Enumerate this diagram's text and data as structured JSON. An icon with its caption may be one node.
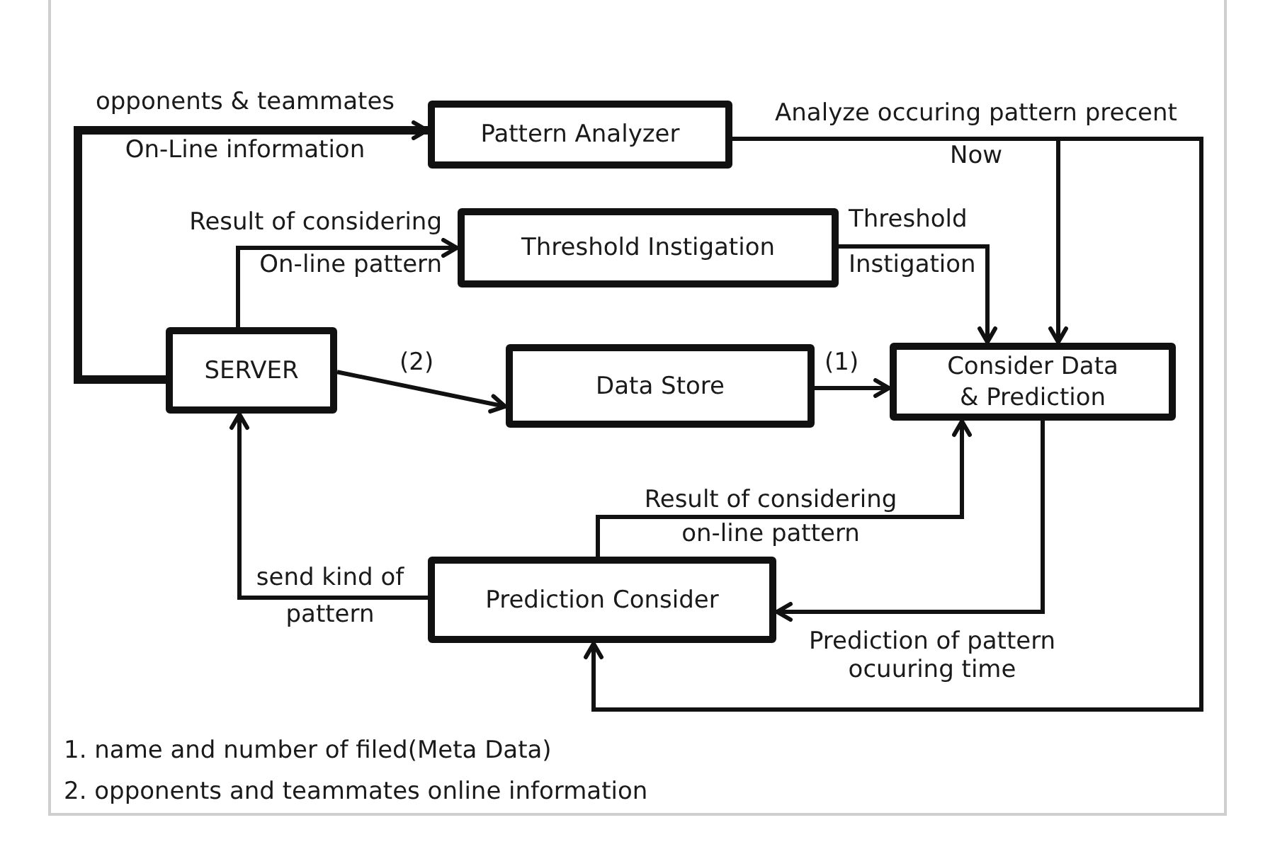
{
  "diagram": {
    "nodes": [
      {
        "text": [
          "Pattern Analyzer"
        ]
      },
      {
        "text": [
          "Threshold Instigation"
        ]
      },
      {
        "text": [
          "SERVER"
        ]
      },
      {
        "text": [
          "Data Store"
        ]
      },
      {
        "text": [
          "Consider Data & Prediction"
        ]
      },
      {
        "text": [
          "Prediction Consider"
        ]
      }
    ],
    "edges": [
      {
        "from": 2,
        "to": 0,
        "arrow": "to",
        "label": "opponents & teammates On-Line information",
        "style": "thick"
      },
      {
        "from": 2,
        "to": 1,
        "arrow": "to",
        "label": "Result of considering On-line pattern"
      },
      {
        "from": 2,
        "to": 3,
        "arrow": "to",
        "label": "(2)"
      },
      {
        "from": 3,
        "to": 4,
        "arrow": "to",
        "label": "(1)"
      },
      {
        "from": 0,
        "to": 4,
        "arrow": "to",
        "label": "Analyze occuring pattern precent Now"
      },
      {
        "from": 0,
        "to": 5,
        "arrow": "to"
      },
      {
        "from": 1,
        "to": 4,
        "arrow": "to",
        "label": "Threshold Instigation"
      },
      {
        "from": 4,
        "to": 5,
        "arrow": "to",
        "label": "Prediction of pattern ocuuring time"
      },
      {
        "from": 5,
        "to": 4,
        "arrow": "to",
        "label": "Result of considering on-line pattern"
      },
      {
        "from": 5,
        "to": 2,
        "arrow": "to",
        "label": "send kind of pattern"
      }
    ],
    "labels": [
      "1. name and number of filed(Meta Data)",
      "2. opponents and teammates online information"
    ]
  }
}
